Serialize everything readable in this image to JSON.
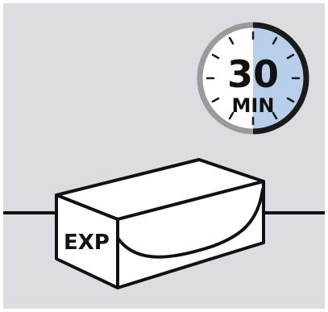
{
  "timer": {
    "value": "30",
    "unit": "MIN",
    "elapsed_fraction": 0.5,
    "colors": {
      "elapsed_fill": "#b7cfe8",
      "remaining_ring": "#9a9a9a",
      "elapsed_ring": "#1a1a1a",
      "face": "#ffffff"
    }
  },
  "box": {
    "label": "EXP"
  },
  "colors": {
    "background": "#dcdce1",
    "outline": "#111111",
    "fill": "#ffffff"
  }
}
